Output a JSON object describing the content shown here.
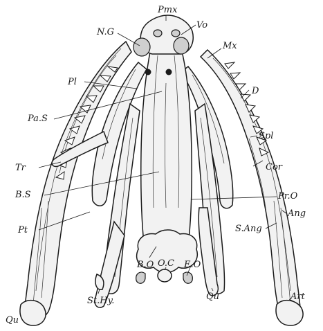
{
  "figure": {
    "labels": {
      "pmx": "Pmx",
      "vo": "Vo",
      "ng": "N.G",
      "mx": "Mx",
      "pl_top": "Pl",
      "d": "D",
      "pas": "Pa.S",
      "spl": "Spl",
      "tr": "Tr",
      "cor": "Cor",
      "bs": "B.S",
      "pro": "Pr.O",
      "pt": "Pt",
      "ang": "Ang",
      "sang": "S.Ang",
      "bo": "B.O",
      "oc": "O.C",
      "eo": "E.O",
      "qu_mid": "Qu",
      "sthy": "St.Hy.",
      "art": "Art",
      "qu_left": "Qu"
    }
  }
}
